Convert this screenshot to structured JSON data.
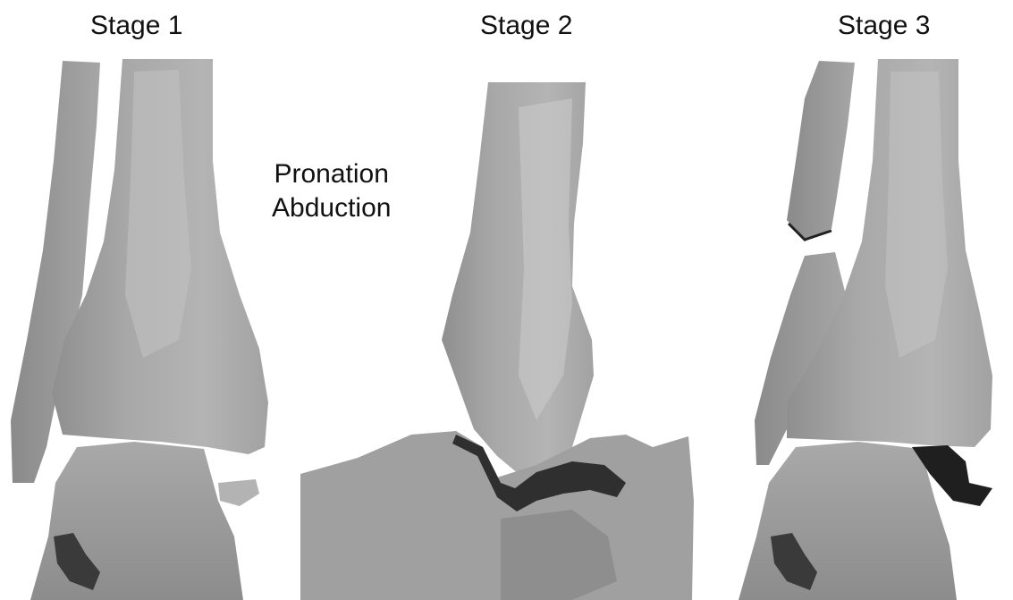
{
  "figure": {
    "stages": [
      {
        "label": "Stage 1"
      },
      {
        "label": "Stage 2"
      },
      {
        "label": "Stage 3"
      }
    ],
    "mechanism": {
      "line1": "Pronation",
      "line2": "Abduction"
    }
  },
  "colors": {
    "bone_light": "#b7b7b7",
    "bone_mid": "#9d9d9d",
    "bone_dark": "#7a7a7a",
    "shadow": "#2a2a2a",
    "text": "#111111"
  }
}
